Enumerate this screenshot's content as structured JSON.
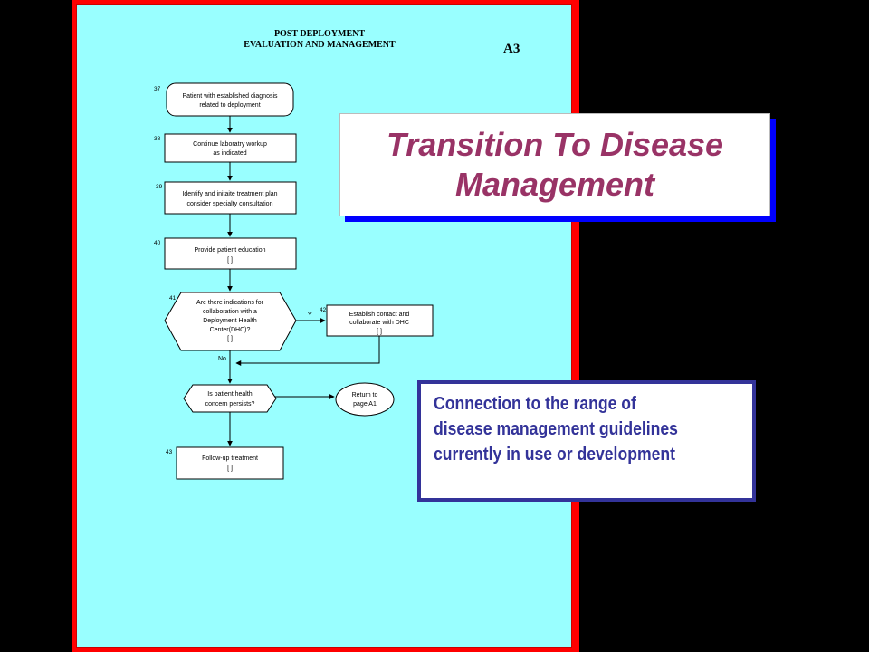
{
  "slide": {
    "title_lines": [
      "Transition To Disease",
      "Management"
    ],
    "note_lines": [
      "Connection to the range of",
      "disease management guidelines",
      "currently in use or development"
    ]
  },
  "flowchart": {
    "header_lines": [
      "POST DEPLOYMENT",
      "EVALUATION AND MANAGEMENT"
    ],
    "page_code": "A3",
    "steps": [
      {
        "number": "37",
        "lines": [
          "Patient with  established diagnosis",
          "related to deployment"
        ]
      },
      {
        "number": "38",
        "lines": [
          "Continue laboratry workup",
          "as indicated"
        ]
      },
      {
        "number": "39",
        "lines": [
          "Identify and initaite treatment plan",
          "consider specialty consultation"
        ]
      },
      {
        "number": "40",
        "lines": [
          "Provide patient education",
          "[    ]"
        ]
      },
      {
        "number": "41",
        "lines": [
          "Are there indications for",
          "collaboration with a",
          "Deployment Health",
          "Center(DHC)?",
          "[    ]"
        ]
      },
      {
        "number": "42",
        "lines": [
          "Establish contact and",
          "collaborate with DHC",
          "[    ]"
        ]
      },
      {
        "number": "",
        "lines": [
          "Is patient health",
          "concern persists?"
        ]
      },
      {
        "number": "",
        "lines": [
          "Return to",
          "page A1"
        ]
      },
      {
        "number": "43",
        "lines": [
          "Follow-up treatment",
          "[    ]"
        ]
      }
    ],
    "edge_labels": {
      "yes": "Y",
      "no": "No"
    }
  }
}
